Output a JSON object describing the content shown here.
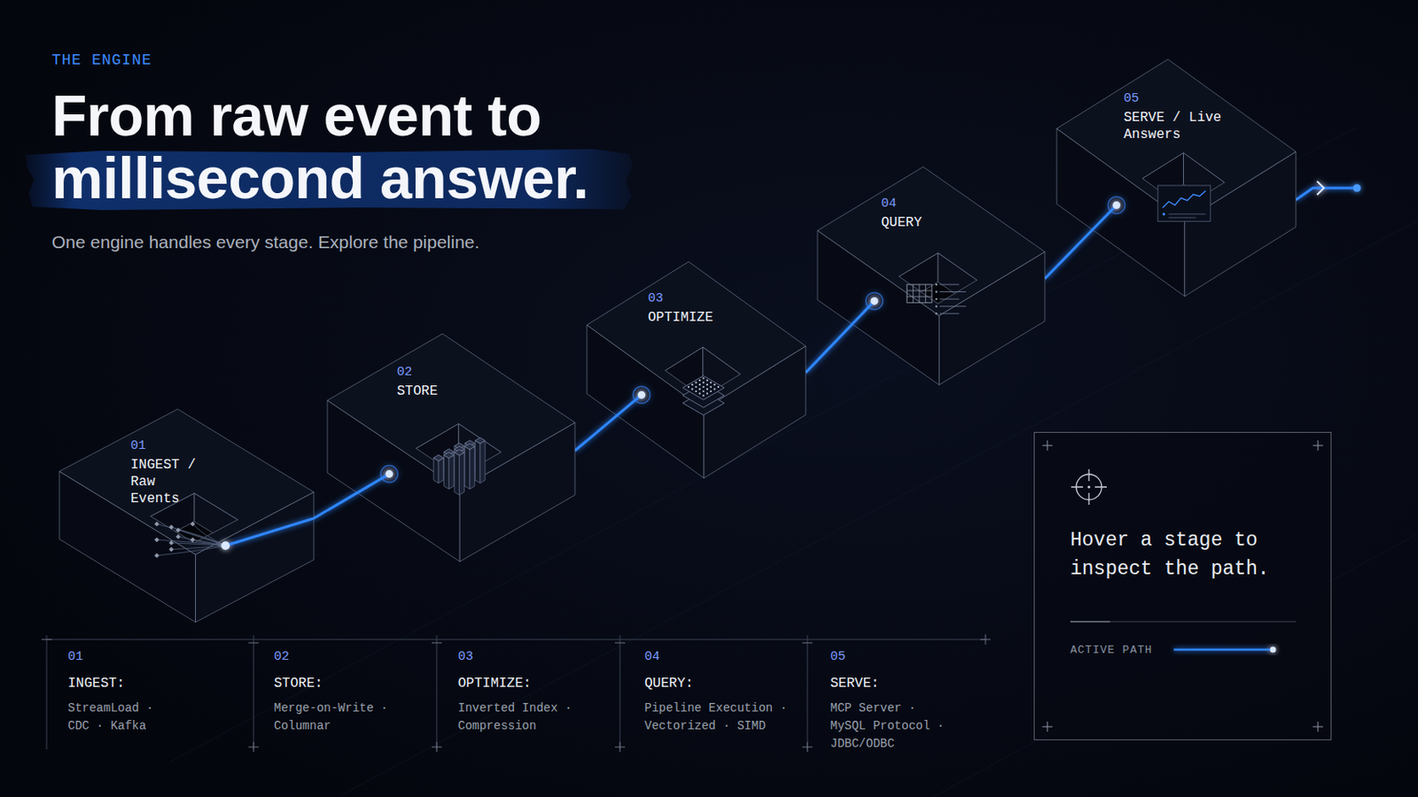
{
  "diagram": {
    "title": "From raw event to millisecond answer.",
    "caption": "One engine handles every stage. Explore the pipeline.",
    "nodes": [
      {
        "text": [
          "01",
          "INGEST / Raw Events"
        ]
      },
      {
        "text": [
          "02",
          "STORE"
        ]
      },
      {
        "text": [
          "03",
          "OPTIMIZE"
        ]
      },
      {
        "text": [
          "04",
          "QUERY"
        ]
      },
      {
        "text": [
          "05",
          "SERVE / Live Answers"
        ]
      },
      {
        "text": [
          "Hover a stage to inspect the path.",
          "ACTIVE PATH"
        ]
      }
    ],
    "edges": [
      {
        "from": 0,
        "to": 1,
        "arrow": "none"
      },
      {
        "from": 1,
        "to": 2,
        "arrow": "none"
      },
      {
        "from": 2,
        "to": 3,
        "arrow": "none"
      },
      {
        "from": 3,
        "to": 4,
        "arrow": "none"
      }
    ],
    "labels": [
      "THE ENGINE",
      "01",
      "INGEST:",
      "StreamLoad · CDC · Kafka",
      "02",
      "STORE:",
      "Merge-on-Write · Columnar",
      "03",
      "OPTIMIZE:",
      "Inverted Index · Compression",
      "04",
      "QUERY:",
      "Pipeline Execution · Vectorized · SIMD",
      "05",
      "SERVE:",
      "MCP Server · MySQL Protocol · JDBC/ODBC"
    ]
  }
}
